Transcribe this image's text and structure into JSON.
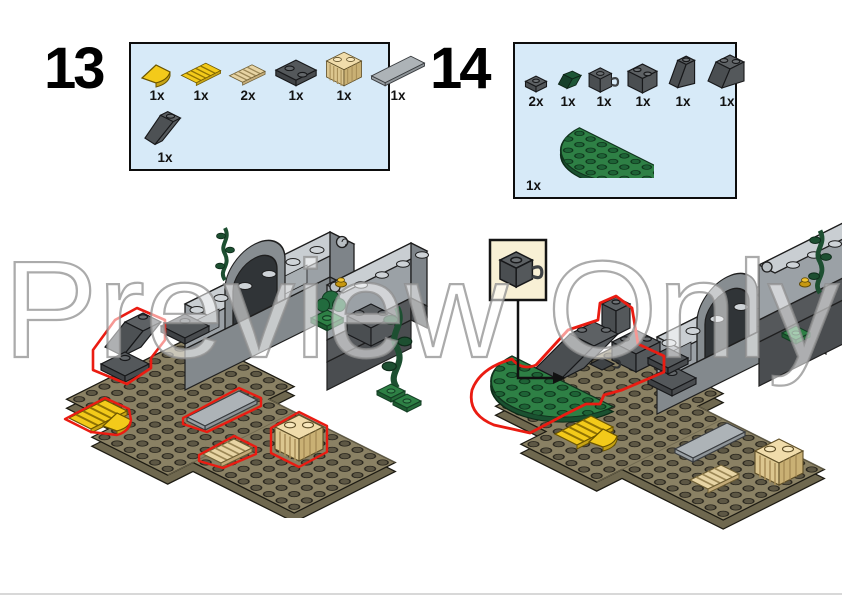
{
  "watermark": {
    "text": "Preview Only"
  },
  "colors": {
    "parts_box_bg": "#d7eaf8",
    "parts_box_border": "#0d0d0d",
    "highlight_outline": "#ea1c12",
    "baseplate_tan": "#8a8164",
    "wall_light_gray": "#9ba1a6",
    "piece_dark_gray": "#54585b",
    "plate_green": "#2e8045",
    "piece_yellow": "#f3ca1a",
    "piece_tan": "#e7d4a4",
    "callout_bg": "#f8f0d5"
  },
  "steps": [
    {
      "number": "13",
      "parts": [
        {
          "qty": "1x",
          "name": "yellow-quarter-tile-1x1"
        },
        {
          "qty": "1x",
          "name": "yellow-grille-tile-1x2"
        },
        {
          "qty": "2x",
          "name": "tan-grille-tile-1x2"
        },
        {
          "qty": "1x",
          "name": "dark-gray-plate-2x2"
        },
        {
          "qty": "1x",
          "name": "tan-log-brick-1x2"
        },
        {
          "qty": "1x",
          "name": "light-gray-tile-1x4"
        },
        {
          "qty": "1x",
          "name": "dark-gray-slope-2x1"
        }
      ]
    },
    {
      "number": "14",
      "parts": [
        {
          "qty": "2x",
          "name": "dark-gray-plate-1x1"
        },
        {
          "qty": "1x",
          "name": "dark-green-slope-1x1"
        },
        {
          "qty": "1x",
          "name": "dark-gray-clip-plate-1x1"
        },
        {
          "qty": "1x",
          "name": "dark-gray-brick-1x2"
        },
        {
          "qty": "1x",
          "name": "dark-gray-slope-2x1x2"
        },
        {
          "qty": "1x",
          "name": "dark-gray-slope-2x2x2"
        },
        {
          "qty": "1x",
          "name": "green-half-circle-plate-4x8"
        }
      ]
    }
  ]
}
